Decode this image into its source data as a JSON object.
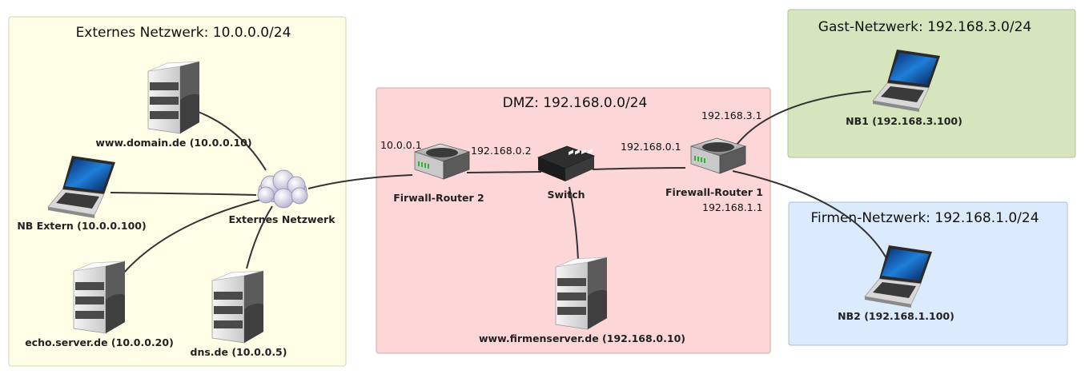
{
  "zones": {
    "extern": {
      "title": "Externes Netzwerk: 10.0.0.0/24",
      "fill": "#ffffe8",
      "stroke": "#d6d6b8"
    },
    "dmz": {
      "title": "DMZ: 192.168.0.0/24",
      "fill": "#fdd6d8",
      "stroke": "#caa6a8"
    },
    "gast": {
      "title": "Gast-Netzwerk: 192.168.3.0/24",
      "fill": "#d6e5bd",
      "stroke": "#b3c39b"
    },
    "firmen": {
      "title": "Firmen-Netzwerk: 192.168.1.0/24",
      "fill": "#dbeafc",
      "stroke": "#a9bfd6"
    }
  },
  "nodes": {
    "www_domain": {
      "label": "www.domain.de (10.0.0.10)",
      "icon": "server-icon"
    },
    "nb_extern": {
      "label": "NB Extern (10.0.0.100)",
      "icon": "laptop-icon"
    },
    "cloud": {
      "label": "Externes Netzwerk",
      "icon": "cloud-icon"
    },
    "echo": {
      "label": "echo.server.de (10.0.0.20)",
      "icon": "server-icon"
    },
    "dns": {
      "label": "dns.de (10.0.0.5)",
      "icon": "server-icon"
    },
    "router2": {
      "label": "Firwall-Router 2",
      "icon": "router-icon"
    },
    "switch": {
      "label": "Switch",
      "icon": "switch-icon"
    },
    "router1": {
      "label": "Firewall-Router 1",
      "icon": "router-icon"
    },
    "firmenserver": {
      "label": "www.firmenserver.de (192.168.0.10)",
      "icon": "server-icon"
    },
    "nb1": {
      "label": "NB1 (192.168.3.100)",
      "icon": "laptop-icon"
    },
    "nb2": {
      "label": "NB2 (192.168.1.100)",
      "icon": "laptop-icon"
    }
  },
  "interfaces": {
    "r2_ext": "10.0.0.1",
    "r2_dmz": "192.168.0.2",
    "r1_dmz": "192.168.0.1",
    "r1_gast": "192.168.3.1",
    "r1_firmen": "192.168.1.1"
  }
}
